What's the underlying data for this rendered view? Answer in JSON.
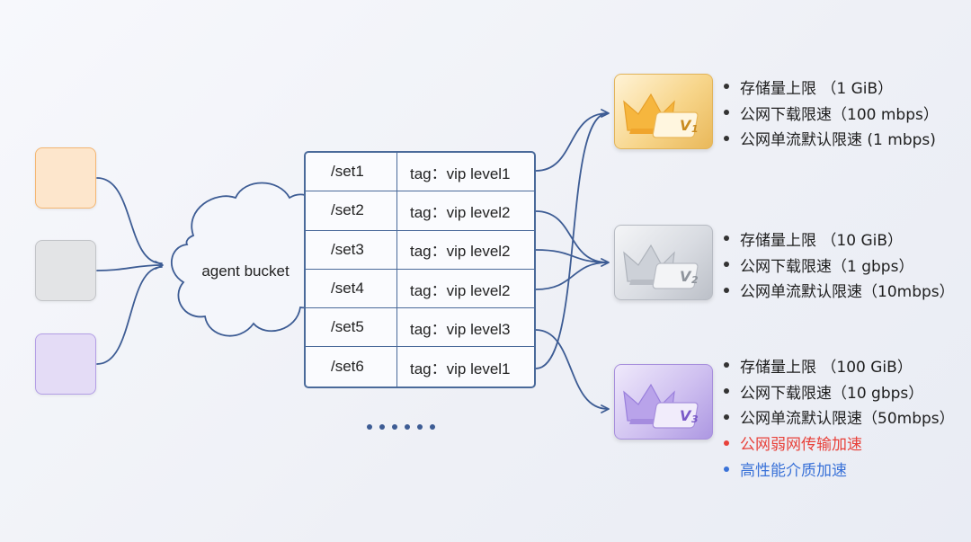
{
  "colors": {
    "line": "#3d5c94",
    "orange": "#f29a3c",
    "gray": "#a4a7ad",
    "purple": "#8b63d9",
    "highlight_red": "#e8413a",
    "highlight_blue": "#3a72d8"
  },
  "users": [
    {
      "name": "user-orange",
      "icon": "user-group-icon"
    },
    {
      "name": "user-gray",
      "icon": "user-group-icon"
    },
    {
      "name": "user-purple",
      "icon": "user-group-icon"
    }
  ],
  "cloud": {
    "label": "agent bucket"
  },
  "sets": [
    {
      "name": "/set1",
      "tag": "tag：vip level1",
      "level": 1
    },
    {
      "name": "/set2",
      "tag": "tag：vip level2",
      "level": 2
    },
    {
      "name": "/set3",
      "tag": "tag：vip level2",
      "level": 2
    },
    {
      "name": "/set4",
      "tag": "tag：vip level2",
      "level": 2
    },
    {
      "name": "/set5",
      "tag": "tag：vip level3",
      "level": 3
    },
    {
      "name": "/set6",
      "tag": "tag：vip level1",
      "level": 1
    }
  ],
  "ellipsis_count": 6,
  "vip_levels": [
    {
      "badge_letter": "V",
      "badge_number": "1",
      "features": [
        {
          "text": "存储量上限 （1 GiB）",
          "style": "normal"
        },
        {
          "text": "公网下载限速（100 mbps）",
          "style": "normal"
        },
        {
          "text": "公网单流默认限速 (1 mbps)",
          "style": "normal"
        }
      ]
    },
    {
      "badge_letter": "V",
      "badge_number": "2",
      "features": [
        {
          "text": "存储量上限 （10 GiB）",
          "style": "normal"
        },
        {
          "text": "公网下载限速（1 gbps）",
          "style": "normal"
        },
        {
          "text": "公网单流默认限速（10mbps）",
          "style": "normal"
        }
      ]
    },
    {
      "badge_letter": "V",
      "badge_number": "3",
      "features": [
        {
          "text": "存储量上限 （100 GiB）",
          "style": "normal"
        },
        {
          "text": "公网下载限速（10 gbps）",
          "style": "normal"
        },
        {
          "text": "公网单流默认限速（50mbps）",
          "style": "normal"
        },
        {
          "text": "公网弱网传输加速",
          "style": "red"
        },
        {
          "text": "高性能介质加速",
          "style": "blue"
        }
      ]
    }
  ]
}
